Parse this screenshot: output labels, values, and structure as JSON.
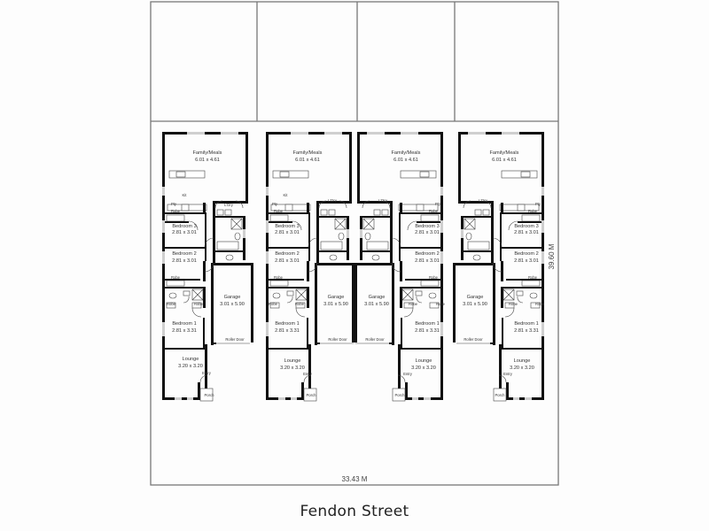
{
  "site": {
    "width_label": "33.43 M",
    "depth_label": "39.60 M",
    "street_name": "Fendon Street",
    "colors": {
      "wall": "#111111",
      "boundary": "#777777",
      "window": "#cfcfcf",
      "background": "#fdfdfd"
    }
  },
  "rooms": {
    "family": {
      "name": "Family/Meals",
      "size": "6.01 x 4.61"
    },
    "kitchen": {
      "name": "Kit"
    },
    "pantry": {
      "name": "Pty"
    },
    "laundry": {
      "name": "L'Dry"
    },
    "robe": {
      "name": "Robe"
    },
    "bedroom3": {
      "name": "Bedroom 3",
      "size": "2.81 x 3.01"
    },
    "bedroom2": {
      "name": "Bedroom 2",
      "size": "2.81 x 3.01"
    },
    "bedroom1": {
      "name": "Bedroom 1",
      "size": "2.81 x 3.31"
    },
    "garage": {
      "name": "Garage",
      "size": "3.01 x 5.90"
    },
    "roller_door": {
      "name": "Roller Door"
    },
    "lounge": {
      "name": "Lounge",
      "size": "3.20 x 3.20"
    },
    "entry": {
      "name": "Entry"
    },
    "porch": {
      "name": "Porch"
    }
  },
  "units": [
    {
      "id": "unit-1",
      "orientation": "garage-right"
    },
    {
      "id": "unit-2",
      "orientation": "garage-right"
    },
    {
      "id": "unit-3",
      "orientation": "garage-left"
    },
    {
      "id": "unit-4",
      "orientation": "garage-left"
    }
  ]
}
